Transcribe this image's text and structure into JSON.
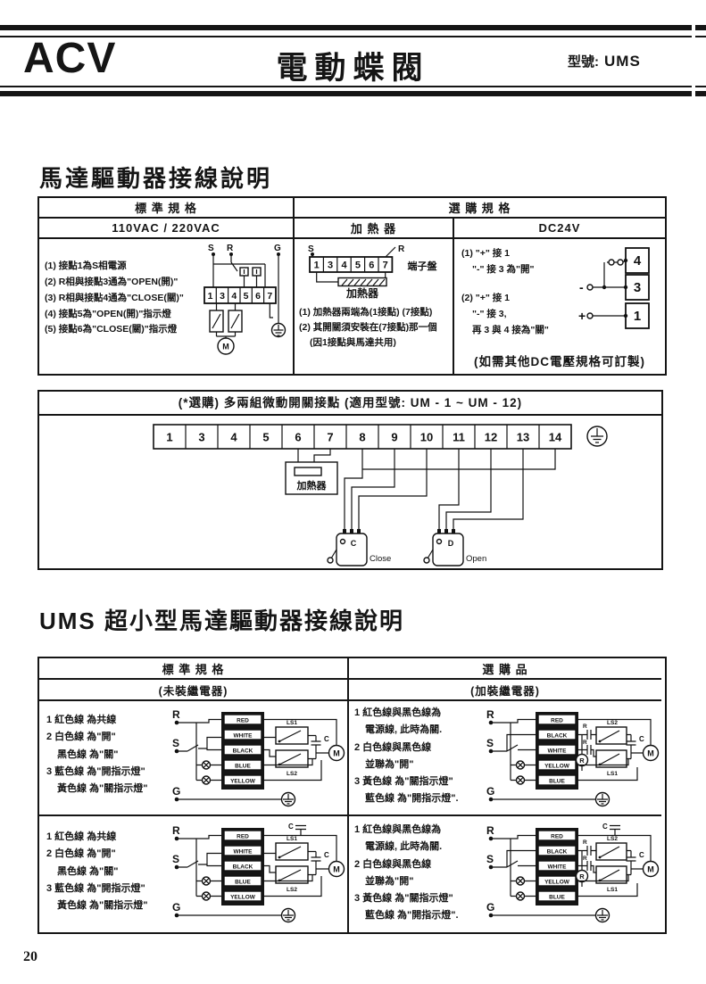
{
  "header": {
    "logo": "ACV",
    "title": "電動蝶閥",
    "model_label": "型號:",
    "model_value": "UMS"
  },
  "page_number": "20",
  "section1": {
    "title": "馬達驅動器接線說明",
    "headers": {
      "standard": "標 準 規 格",
      "optional": "選 購 規 格",
      "sub1": "110VAC / 220VAC",
      "sub2": "加 熱 器",
      "sub3": "DC24V"
    },
    "vac_cell": {
      "notes": [
        "(1) 接點1為S相電源",
        "(2) R相與接點3通為\"OPEN(開)\"",
        "(3) R相與接點4通為\"CLOSE(關)\"",
        "(4) 接點5為\"OPEN(開)\"指示燈",
        "(5) 接點6為\"CLOSE(關)\"指示燈"
      ],
      "diagram": {
        "s": "S",
        "r": "R",
        "g": "G",
        "terminals": [
          "1",
          "3",
          "4",
          "5",
          "6",
          "7"
        ],
        "motor": "M"
      }
    },
    "heater_cell": {
      "diagram": {
        "s": "S",
        "r": "R",
        "terminals": [
          "1",
          "3",
          "4",
          "5",
          "6",
          "7"
        ],
        "strip_label": "端子盤",
        "heater_label": "加熱器"
      },
      "notes": [
        "(1) 加熱器兩端為(1接點) (7接點)",
        "(2) 其開關須安裝在(7接點)那一個",
        "(因1接點與馬達共用)"
      ]
    },
    "dc_cell": {
      "note1_line1": "(1) \"+\" 接 1",
      "note1_line2": "\"-\" 接 3 為\"開\"",
      "note2_line1": "(2) \"+\" 接 1",
      "note2_line2": "\"-\" 接 3,",
      "note2_line3": "再 3 與 4 接為\"關\"",
      "footnote": "(如需其他DC電壓規格可訂製)",
      "diagram": {
        "terminals": [
          "4",
          "3",
          "1"
        ],
        "minus": "-",
        "plus": "+"
      }
    }
  },
  "micro_box": {
    "title": "(*選購) 多兩組微動開關接點 (適用型號: UM - 1 ~ UM - 12)",
    "terminals": [
      "1",
      "3",
      "4",
      "5",
      "6",
      "7",
      "8",
      "9",
      "10",
      "11",
      "12",
      "13",
      "14"
    ],
    "heater_label": "加熱器",
    "close_switch": {
      "tag": "C",
      "label": "Close"
    },
    "open_switch": {
      "tag": "D",
      "label": "Open"
    }
  },
  "section2": {
    "title": "UMS 超小型馬達驅動器接線說明",
    "headers": {
      "standard": "標 準 規 格",
      "standard_sub": "(未裝繼電器)",
      "optional": "選 購 品",
      "optional_sub": "(加裝繼電器)"
    },
    "std_notes": [
      "1 紅色線 為共線",
      "2 白色線 為\"開\"",
      "黑色線 為\"關\"",
      "3 藍色線 為\"開指示燈\"",
      "黃色線 為\"關指示燈\""
    ],
    "opt_notes": [
      "1 紅色線與黑色線為",
      "電源線, 此時為關.",
      "2 白色線與黑色線",
      "並聯為\"開\"",
      "3 黃色線 為\"關指示燈\"",
      "藍色線 為\"開指示燈\"."
    ],
    "std_diagram": {
      "r": "R",
      "s": "S",
      "g": "G",
      "wires": [
        "RED",
        "WHITE",
        "BLACK",
        "BLUE",
        "YELLOW"
      ],
      "ls_top": "LS1",
      "ls_bottom": "LS2",
      "cap": "C",
      "motor": "M"
    },
    "opt_diagram": {
      "r": "R",
      "s": "S",
      "g": "G",
      "wires": [
        "RED",
        "BLACK",
        "WHITE",
        "YELLOW",
        "BLUE"
      ],
      "ls_top": "LS2",
      "ls_bottom": "LS1",
      "cap": "C",
      "motor": "M",
      "relay": "R",
      "contact": "R"
    },
    "cap_top": "C"
  }
}
